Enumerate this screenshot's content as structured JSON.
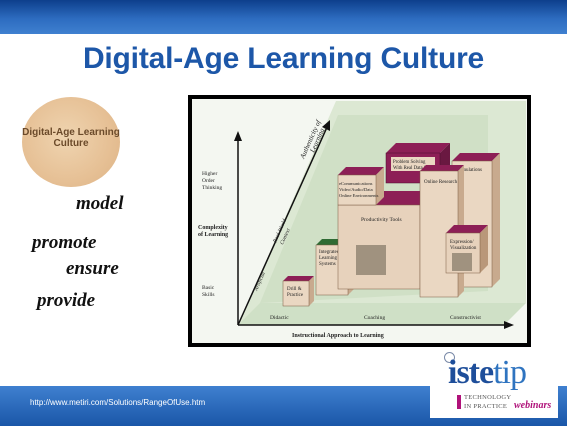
{
  "slide": {
    "title": "Digital-Age Learning Culture",
    "badge_text": "Digital-Age Learning Culture",
    "verbs": [
      "model",
      "promote",
      "ensure",
      "provide"
    ],
    "url": "http://www.metiri.com/Solutions/RangeOfUse.htm"
  },
  "logo": {
    "main_a": "iste",
    "main_b": "tip",
    "line1": "TECHNOLOGY",
    "line2": "IN PRACTICE",
    "line3": "webinars"
  },
  "chart": {
    "y_axis_label_1": "Complexity",
    "y_axis_label_2": "of Learning",
    "y_high_1": "Higher",
    "y_high_2": "Order",
    "y_high_3": "Thinking",
    "y_low_1": "Basic",
    "y_low_2": "Skills",
    "x_axis_label": "Instructional Approach to Learning",
    "x_ticks": [
      "Didactic",
      "Coaching",
      "Constructivist"
    ],
    "z_axis_label_1": "Authenticity of",
    "z_axis_label_2": "Learning",
    "z_mid": "Real-World",
    "z_mid_2": "Context",
    "z_low": "Artificial",
    "boxes": {
      "drill": [
        "Drill &",
        "Practice"
      ],
      "integrated": [
        "Integrated",
        "Learning",
        "Systems"
      ],
      "productivity": [
        "Productivity Tools"
      ],
      "ecomm": [
        "eCommunications",
        "Video/Audio/Data",
        "Online Environments"
      ],
      "problem": [
        "Problem Solving",
        "With Real Data Sets"
      ],
      "online": [
        "Online Research"
      ],
      "simulations": [
        "Simulations"
      ],
      "expression": [
        "Expression/",
        "Visualization"
      ]
    },
    "colors": {
      "background": "#f4f7f1",
      "plane": "#d9e7d1",
      "box_front": "#ead7c2",
      "box_top": "#8d1f56",
      "box_side": "#c8aa8e",
      "accent_green": "#2f6b34"
    }
  }
}
